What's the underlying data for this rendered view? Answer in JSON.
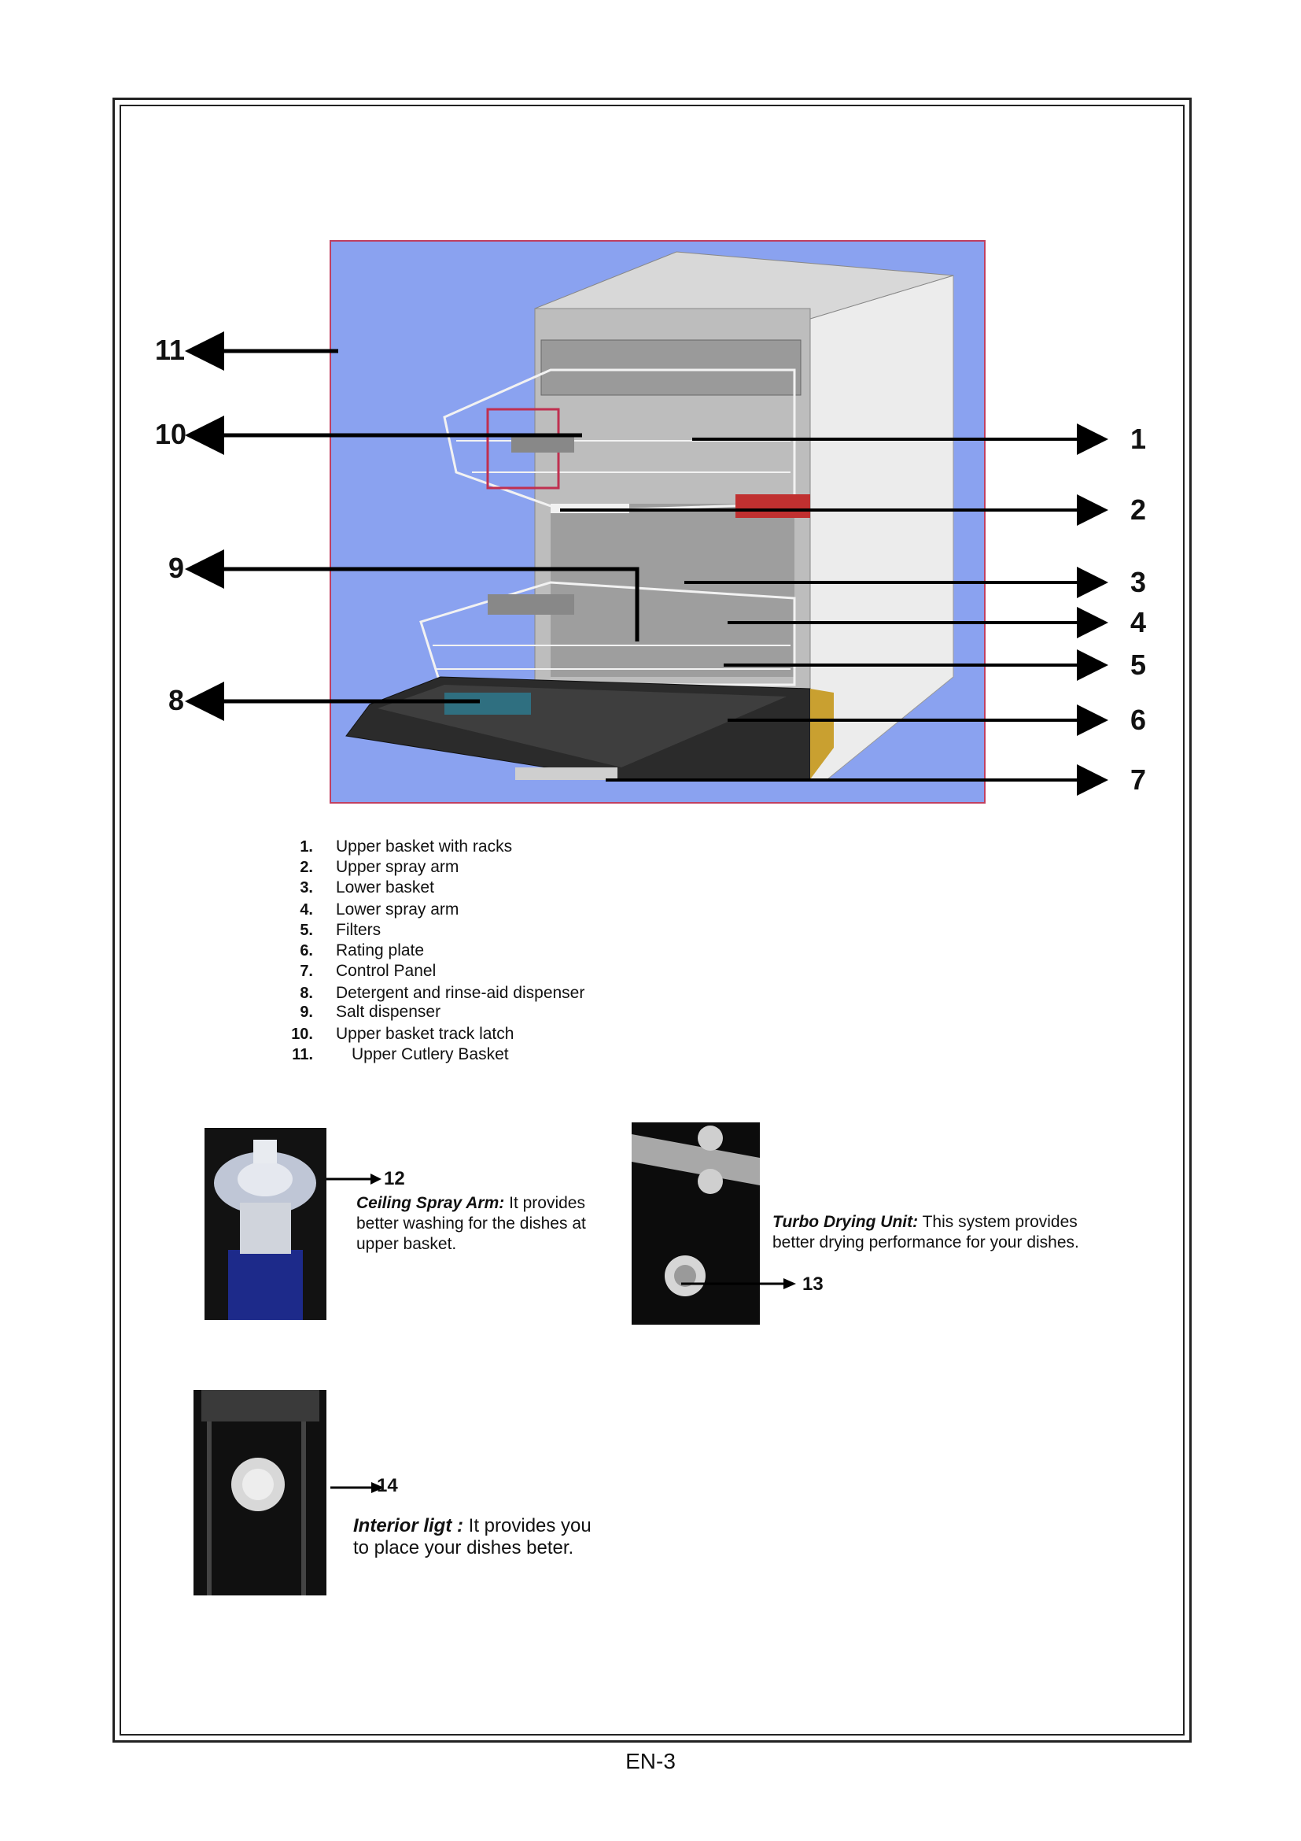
{
  "diagram": {
    "callouts_left": [
      "11",
      "10",
      "9",
      "8"
    ],
    "callouts_right": [
      "1",
      "2",
      "3",
      "4",
      "5",
      "6",
      "7"
    ]
  },
  "legend": [
    {
      "num": "1.",
      "text": "Upper basket with racks"
    },
    {
      "num": "2.",
      "text": "Upper spray arm"
    },
    {
      "num": "3.",
      "text": "Lower basket"
    },
    {
      "num": "4.",
      "text": "Lower spray arm"
    },
    {
      "num": "5.",
      "text": "Filters"
    },
    {
      "num": "6.",
      "text": "Rating plate"
    },
    {
      "num": "7.",
      "text": "Control Panel"
    },
    {
      "num": "8.",
      "text": "Detergent and rinse-aid dispenser"
    },
    {
      "num": "9.",
      "text": "Salt dispenser"
    },
    {
      "num": "10.",
      "text": "Upper basket track latch"
    },
    {
      "num": "11.",
      "text": "Upper Cutlery Basket"
    }
  ],
  "features": {
    "ceiling": {
      "num": "12",
      "title": "Ceiling Spray Arm:",
      "text_lines": [
        "It provides",
        "better washing for the dishes at",
        "upper basket."
      ]
    },
    "turbo": {
      "num": "13",
      "title": "Turbo Drying Unit:",
      "text_lines": [
        "This system provides",
        "better drying performance for your dishes."
      ]
    },
    "light": {
      "num": "14",
      "title": "Interior ligt :",
      "text_lines": [
        "It provides you",
        "to place  your dishes beter."
      ]
    }
  },
  "footer": "EN-3"
}
